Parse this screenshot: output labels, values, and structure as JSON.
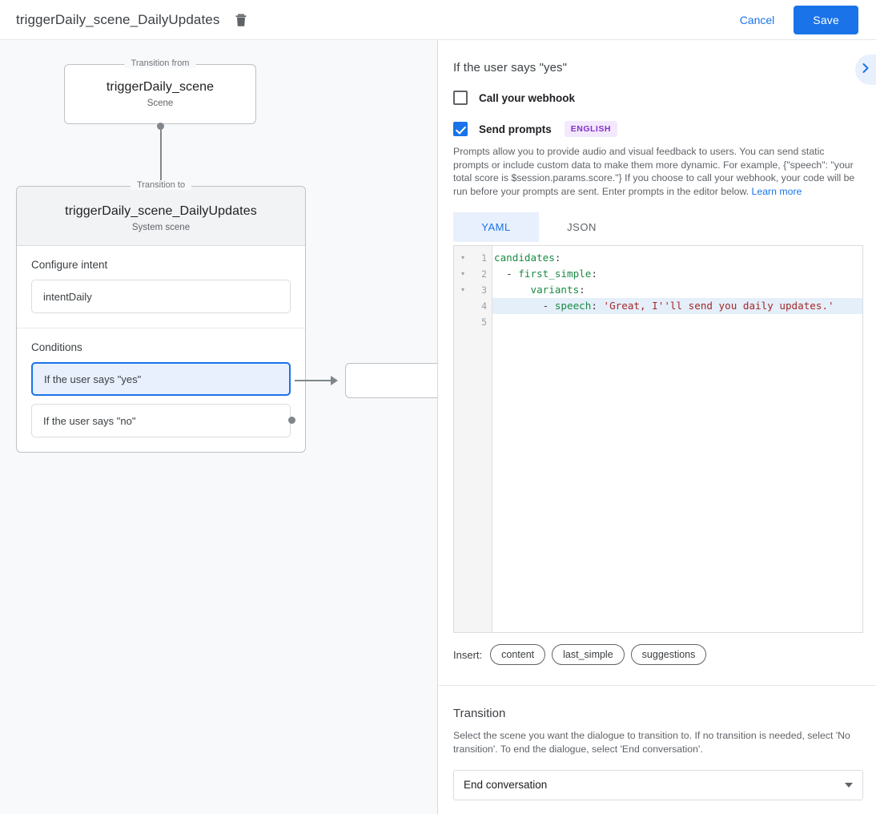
{
  "topbar": {
    "title": "triggerDaily_scene_DailyUpdates",
    "delete_icon": "trash-icon",
    "cancel_label": "Cancel",
    "save_label": "Save",
    "accent_color": "#1a73e8"
  },
  "canvas": {
    "from_card": {
      "legend": "Transition from",
      "title": "triggerDaily_scene",
      "subtitle": "Scene"
    },
    "to_card": {
      "legend": "Transition to",
      "title": "triggerDaily_scene_DailyUpdates",
      "subtitle": "System scene",
      "intent_section_label": "Configure intent",
      "intent_value": "intentDaily",
      "conditions_section_label": "Conditions",
      "conditions": [
        {
          "label": "If the user says \"yes\"",
          "selected": true
        },
        {
          "label": "If the user says \"no\"",
          "selected": false
        }
      ]
    },
    "target_card": {
      "label": ""
    }
  },
  "panel": {
    "title": "If the user says \"yes\"",
    "expand_icon": "chevron-right-icon",
    "webhook": {
      "label": "Call your webhook",
      "checked": false
    },
    "prompts": {
      "label": "Send prompts",
      "checked": true,
      "language_badge": "ENGLISH",
      "description": "Prompts allow you to provide audio and visual feedback to users. You can send static prompts or include custom data to make them more dynamic. For example, {\"speech\": \"your total score is $session.params.score.\"} If you choose to call your webhook, your code will be run before your prompts are sent. Enter prompts in the editor below. ",
      "learn_more_label": "Learn more"
    },
    "editor": {
      "tabs": [
        {
          "label": "YAML",
          "active": true
        },
        {
          "label": "JSON",
          "active": false
        }
      ],
      "lines": [
        {
          "no": "1",
          "fold": "▾",
          "highlighted": false,
          "tokens": [
            {
              "t": "candidates",
              "c": "k"
            },
            {
              "t": ":",
              "c": "p"
            }
          ]
        },
        {
          "no": "2",
          "fold": "▾",
          "highlighted": false,
          "tokens": [
            {
              "t": "  - ",
              "c": "p"
            },
            {
              "t": "first_simple",
              "c": "k"
            },
            {
              "t": ":",
              "c": "p"
            }
          ]
        },
        {
          "no": "3",
          "fold": "▾",
          "highlighted": false,
          "tokens": [
            {
              "t": "      ",
              "c": "p"
            },
            {
              "t": "variants",
              "c": "k"
            },
            {
              "t": ":",
              "c": "p"
            }
          ]
        },
        {
          "no": "4",
          "fold": "",
          "highlighted": true,
          "tokens": [
            {
              "t": "        - ",
              "c": "p"
            },
            {
              "t": "speech",
              "c": "k"
            },
            {
              "t": ": ",
              "c": "p"
            },
            {
              "t": "'Great, I''ll send you daily updates.'",
              "c": "s"
            }
          ]
        },
        {
          "no": "5",
          "fold": "",
          "highlighted": false,
          "tokens": []
        }
      ],
      "insert_label": "Insert:",
      "insert_chips": [
        "content",
        "last_simple",
        "suggestions"
      ]
    },
    "transition": {
      "title": "Transition",
      "description": "Select the scene you want the dialogue to transition to. If no transition is needed, select 'No transition'. To end the dialogue, select 'End conversation'.",
      "selected_value": "End conversation",
      "dropdown_icon": "chevron-down-icon"
    }
  }
}
